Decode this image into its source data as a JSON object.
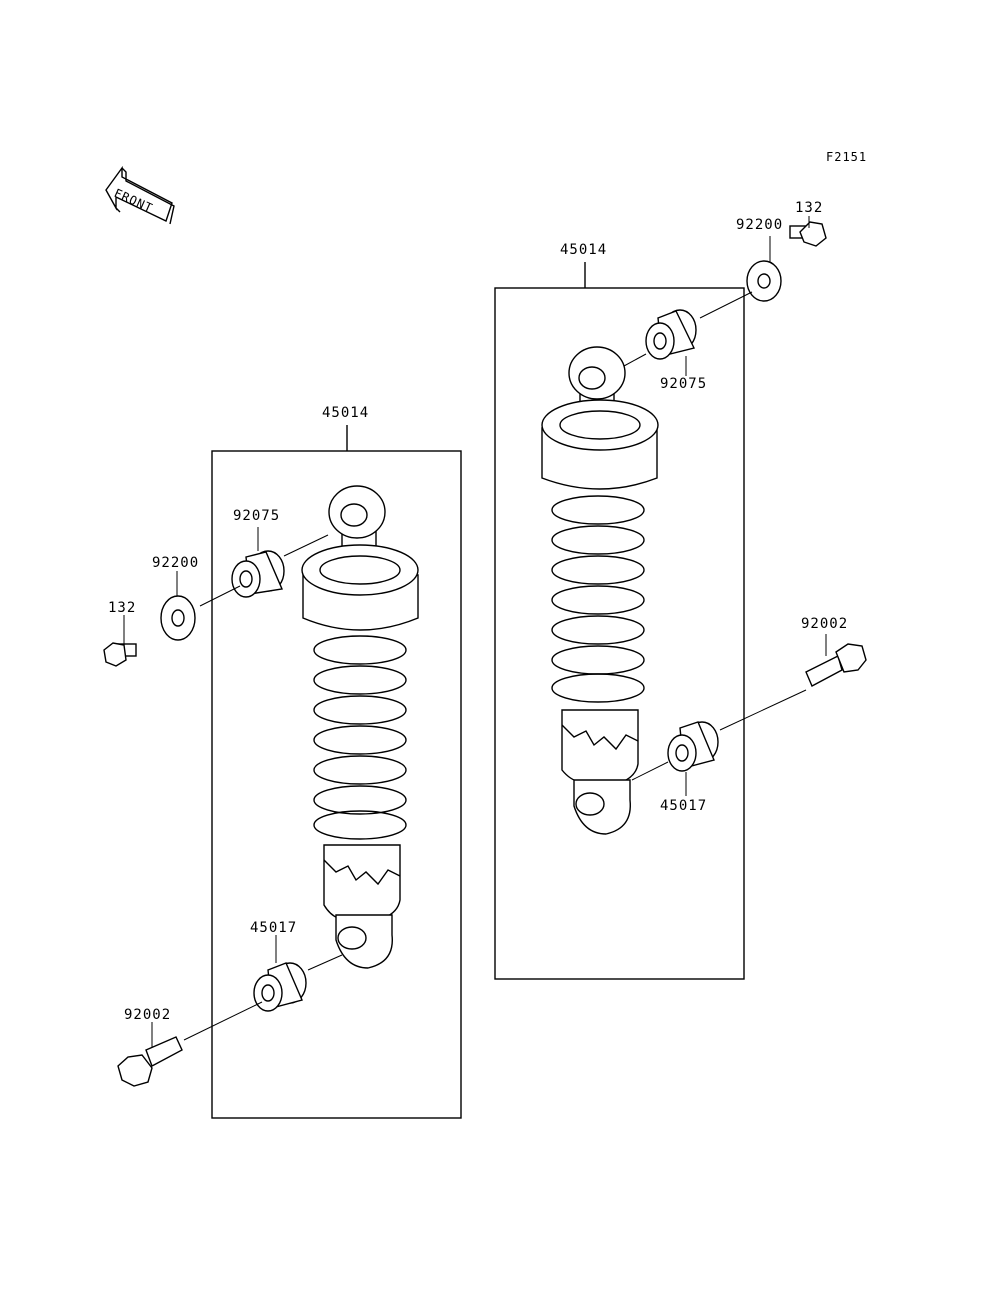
{
  "figure_code": "F2151",
  "front_label": "FRONT",
  "left_group": {
    "assembly": "45014",
    "bushing": "92075",
    "washer": "92200",
    "bolt_top": "132",
    "bushing_bottom": "45017",
    "bolt_bottom": "92002"
  },
  "right_group": {
    "assembly": "45014",
    "washer": "92200",
    "bolt_top": "132",
    "bushing": "92075",
    "bolt_bottom": "92002",
    "bushing_bottom": "45017"
  }
}
